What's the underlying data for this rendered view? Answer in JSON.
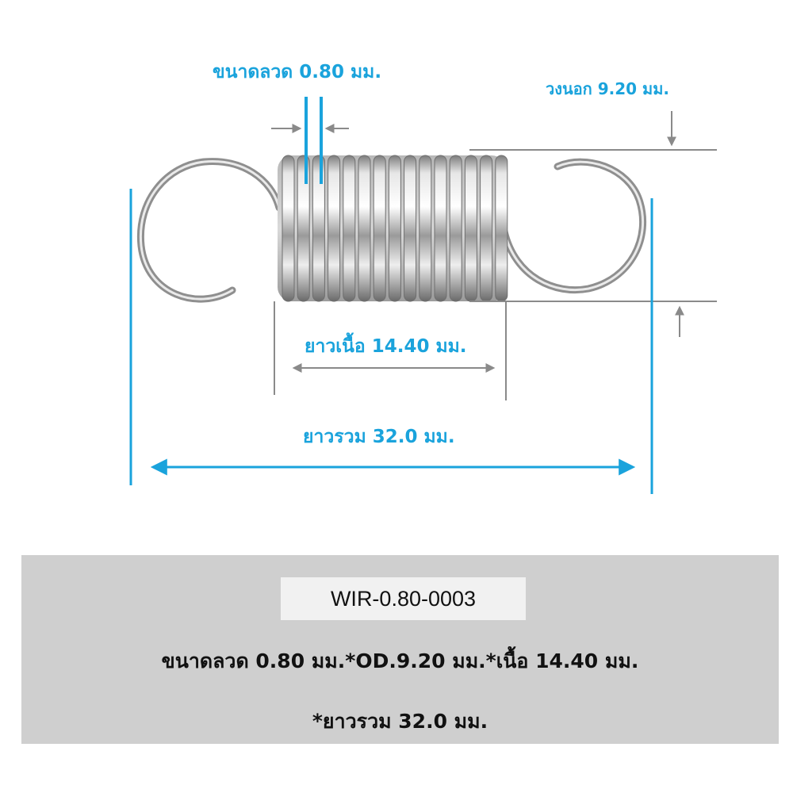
{
  "dimension_labels": {
    "wire_diameter": "ขนาดลวด 0.80 มม.",
    "outer_diameter": "วงนอก 9.20 มม.",
    "body_length": "ยาวเนื้อ 14.40 มม.",
    "total_length": "ยาวรวม 32.0 มม."
  },
  "product": {
    "code": "WIR-0.80-0003",
    "spec_line_1": "ขนาดลวด 0.80 มม.*OD.9.20 มม.*เนื้อ 14.40 มม.",
    "spec_line_2": "*ยาวรวม 32.0 มม."
  },
  "colors": {
    "dimension_blue": "#1aa3dc",
    "guide_gray": "#8a8a8a",
    "panel_gray": "#cfcfcf",
    "code_box": "#f1f1f1"
  },
  "icons": [
    "extension-spring-illustration"
  ]
}
